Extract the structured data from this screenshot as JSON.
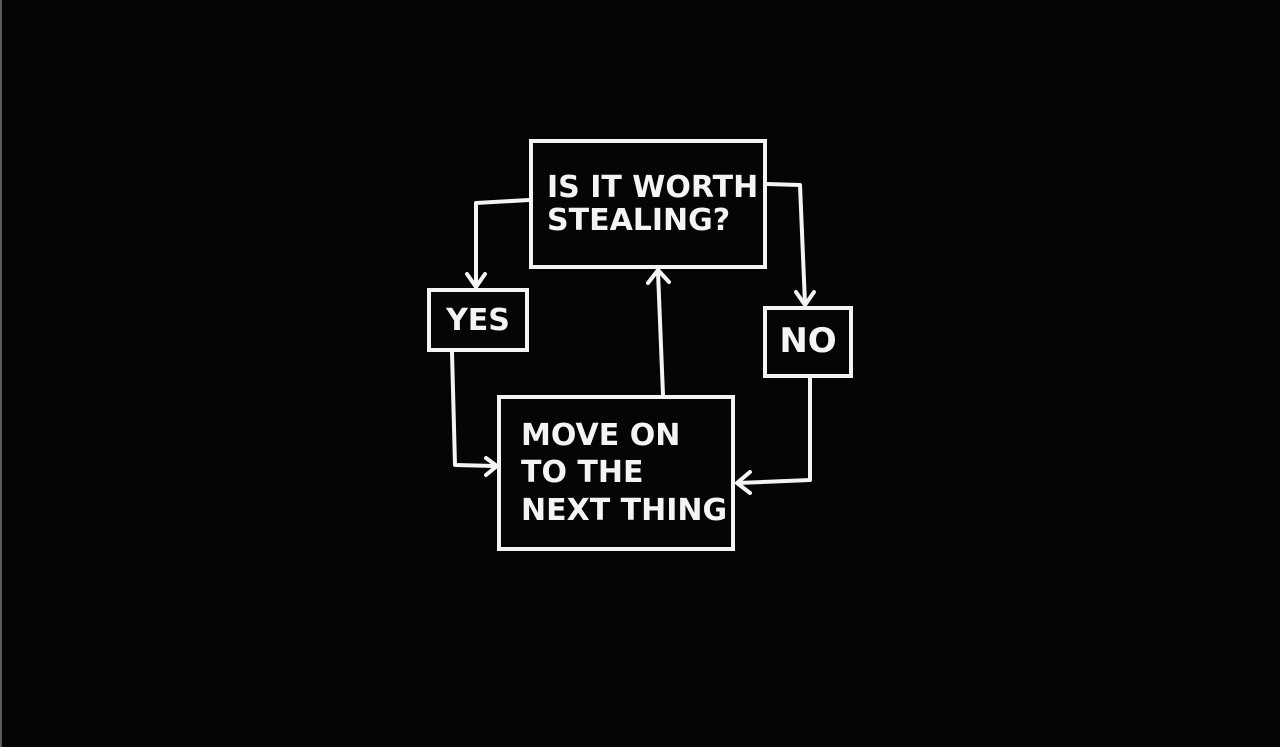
{
  "diagram": {
    "type": "flowchart",
    "background_color": "#050505",
    "stroke_color": "#f4f4f4",
    "nodes": {
      "question": {
        "lines": [
          "IS IT WORTH",
          "STEALING?"
        ]
      },
      "yes": {
        "lines": [
          "YES"
        ]
      },
      "no": {
        "lines": [
          "NO"
        ]
      },
      "move_on": {
        "lines": [
          "MOVE ON",
          "TO THE",
          "NEXT THING"
        ]
      }
    },
    "edges": [
      {
        "from": "question",
        "to": "yes"
      },
      {
        "from": "question",
        "to": "no"
      },
      {
        "from": "yes",
        "to": "move_on"
      },
      {
        "from": "no",
        "to": "move_on"
      },
      {
        "from": "move_on",
        "to": "question"
      }
    ]
  }
}
